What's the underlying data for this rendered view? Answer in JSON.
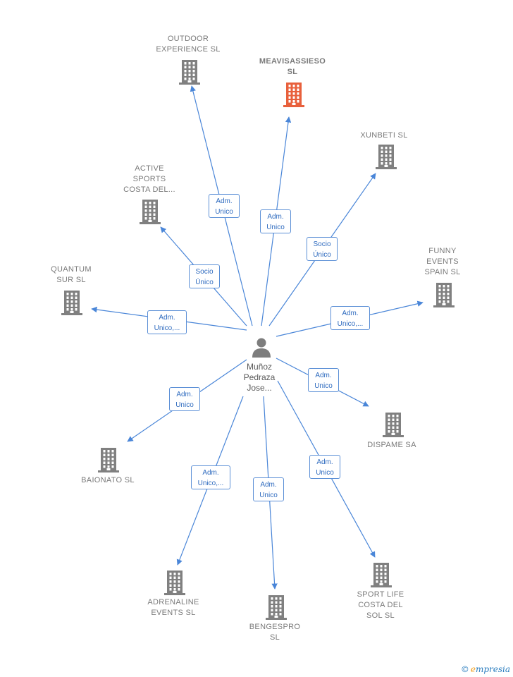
{
  "center": {
    "name": "Muñoz\nPedraza\nJose..."
  },
  "colors": {
    "edge": "#4a86d8",
    "building": "#808080",
    "highlight": "#e8603c"
  },
  "nodes": [
    {
      "id": "outdoor",
      "label": "OUTDOOR\nEXPERIENCE SL",
      "highlight": false
    },
    {
      "id": "meavisassieso",
      "label": "MEAVISASSIESO\nSL",
      "highlight": true
    },
    {
      "id": "xunbeti",
      "label": "XUNBETI  SL",
      "highlight": false
    },
    {
      "id": "active",
      "label": "ACTIVE\nSPORTS\nCOSTA DEL...",
      "highlight": false
    },
    {
      "id": "funny",
      "label": "FUNNY\nEVENTS\nSPAIN  SL",
      "highlight": false
    },
    {
      "id": "quantum",
      "label": "QUANTUM\nSUR  SL",
      "highlight": false
    },
    {
      "id": "dispame",
      "label": "DISPAME SA",
      "highlight": false
    },
    {
      "id": "baionato",
      "label": "BAIONATO  SL",
      "highlight": false
    },
    {
      "id": "adrenaline",
      "label": "ADRENALINE\nEVENTS  SL",
      "highlight": false
    },
    {
      "id": "bengespro",
      "label": "BENGESPRO\nSL",
      "highlight": false
    },
    {
      "id": "sportlife",
      "label": "SPORT LIFE\nCOSTA DEL\nSOL SL",
      "highlight": false
    }
  ],
  "edges": [
    {
      "to": "outdoor",
      "label": "Adm.\nUnico"
    },
    {
      "to": "meavisassieso",
      "label": "Adm.\nUnico"
    },
    {
      "to": "xunbeti",
      "label": "Socio\nÚnico"
    },
    {
      "to": "active",
      "label": "Socio\nÚnico"
    },
    {
      "to": "funny",
      "label": "Adm.\nUnico,..."
    },
    {
      "to": "quantum",
      "label": "Adm.\nUnico,..."
    },
    {
      "to": "dispame",
      "label": "Adm.\nUnico"
    },
    {
      "to": "baionato",
      "label": "Adm.\nUnico"
    },
    {
      "to": "adrenaline",
      "label": "Adm.\nUnico,..."
    },
    {
      "to": "bengespro",
      "label": "Adm.\nUnico"
    },
    {
      "to": "sportlife",
      "label": "Adm.\nUnico"
    }
  ],
  "watermark": {
    "copyright": "©",
    "brand_initial": "e",
    "brand_rest": "mpresia"
  }
}
